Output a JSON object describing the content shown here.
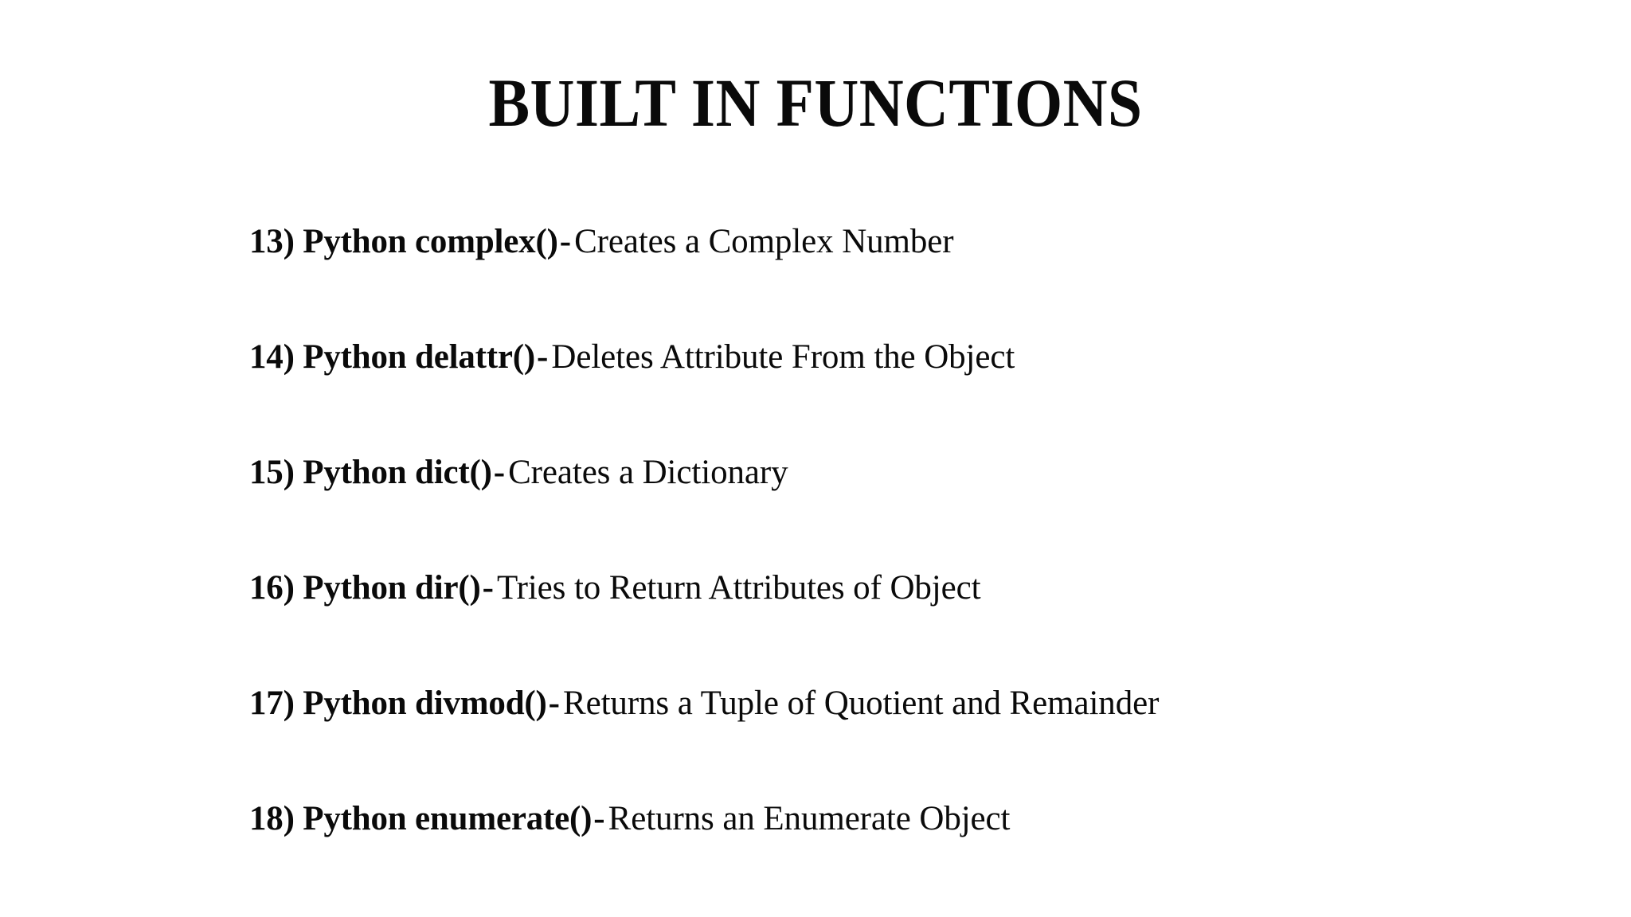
{
  "slide": {
    "title": "BUILT IN FUNCTIONS",
    "background_color": "#ffffff",
    "text_color": "#000000",
    "items": [
      {
        "number": "13)",
        "term": "13) Python complex()",
        "separator": "-",
        "description": "Creates a Complex Number"
      },
      {
        "number": "14)",
        "term": "14) Python delattr()",
        "separator": "-",
        "description": "Deletes Attribute From the Object"
      },
      {
        "number": "15)",
        "term": "15) Python dict()",
        "separator": "-",
        "description": "Creates a Dictionary"
      },
      {
        "number": "16)",
        "term": "16) Python dir()",
        "separator": "-",
        "description": "Tries to Return Attributes of Object"
      },
      {
        "number": "17)",
        "term": "17) Python divmod()",
        "separator": "-",
        "description": "Returns a Tuple of Quotient and Remainder"
      },
      {
        "number": "18)",
        "term": "18) Python enumerate()",
        "separator": "-",
        "description": "Returns an Enumerate Object"
      }
    ]
  }
}
